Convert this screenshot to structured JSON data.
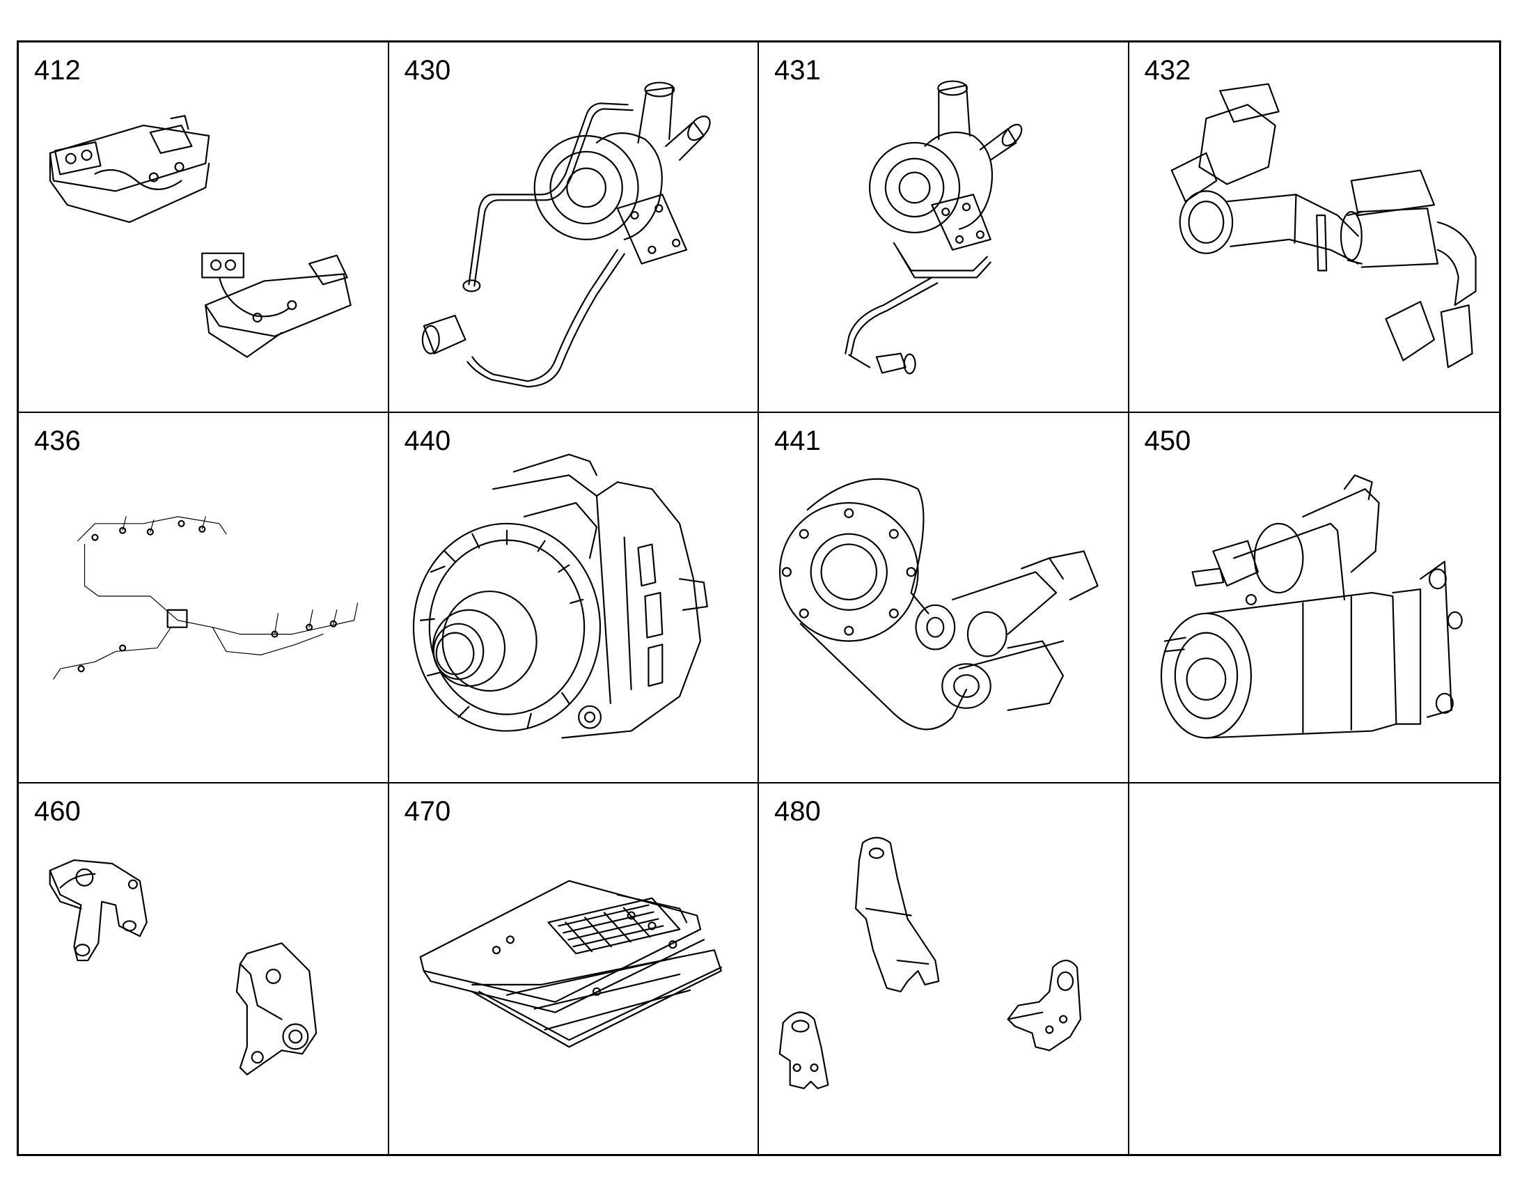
{
  "cells": [
    {
      "label": "412",
      "icon": "exhaust-manifold-icon"
    },
    {
      "label": "430",
      "icon": "turbocharger-with-pipes-icon"
    },
    {
      "label": "431",
      "icon": "turbocharger-icon"
    },
    {
      "label": "432",
      "icon": "egr-valve-pipe-icon"
    },
    {
      "label": "436",
      "icon": "wiring-harness-icon"
    },
    {
      "label": "440",
      "icon": "alternator-icon"
    },
    {
      "label": "441",
      "icon": "belt-drive-icon"
    },
    {
      "label": "450",
      "icon": "starter-motor-icon"
    },
    {
      "label": "460",
      "icon": "engine-mount-bracket-icon"
    },
    {
      "label": "470",
      "icon": "heat-shield-plate-icon"
    },
    {
      "label": "480",
      "icon": "lifting-eye-bracket-icon"
    },
    {
      "label": "",
      "icon": ""
    }
  ]
}
